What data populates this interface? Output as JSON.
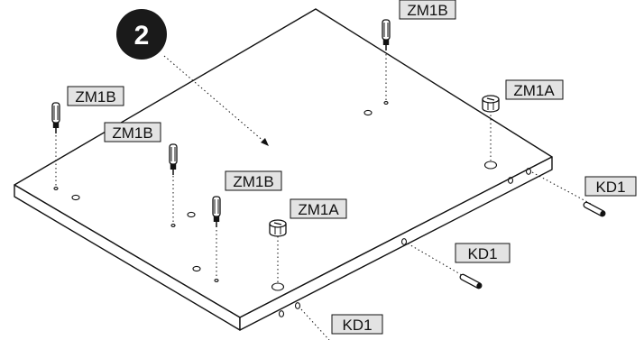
{
  "step": {
    "number": "2"
  },
  "labels": {
    "zm1b_top": "ZM1B",
    "zm1a_right": "ZM1A",
    "zm1b_left_1": "ZM1B",
    "zm1b_left_2": "ZM1B",
    "zm1b_center": "ZM1B",
    "zm1a_center": "ZM1A",
    "kd1_right": "KD1",
    "kd1_middle": "KD1",
    "kd1_bottom": "KD1"
  },
  "colors": {
    "label_fill": "#e3e3e3",
    "line": "#111111",
    "panel": "#ffffff",
    "step_badge": "#1a1a1a"
  }
}
